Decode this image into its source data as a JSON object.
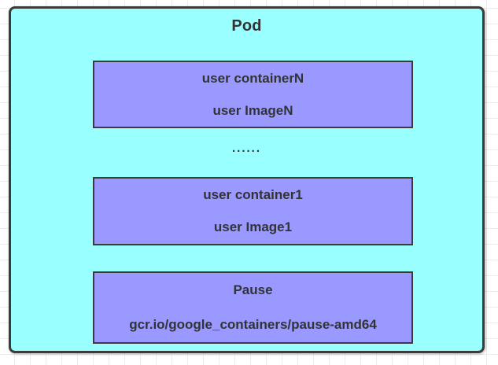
{
  "pod": {
    "title": "Pod",
    "ellipsis": "......",
    "containers": [
      {
        "name": "user containerN",
        "image": "user ImageN"
      },
      {
        "name": "user container1",
        "image": "user Image1"
      },
      {
        "name": "Pause",
        "image": "gcr.io/google_containers/pause-amd64"
      }
    ]
  },
  "colors": {
    "pod_fill": "#99ffff",
    "container_fill": "#9999ff",
    "border": "#3b3b3b",
    "text": "#333333"
  }
}
